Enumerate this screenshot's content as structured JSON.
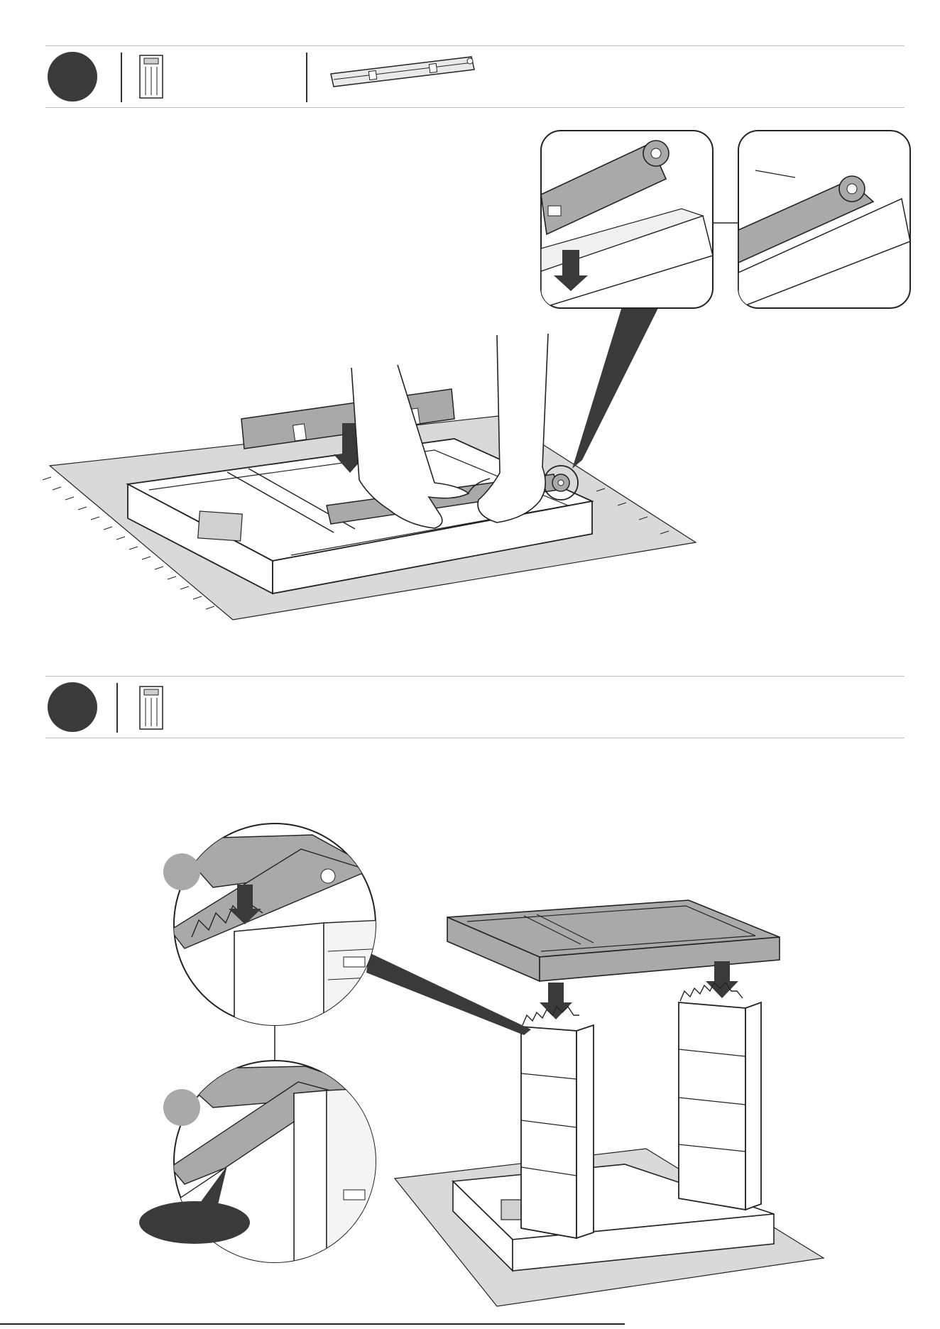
{
  "document": {
    "type": "assembly-instruction-page",
    "steps": [
      {
        "id": "step-a",
        "marker": "",
        "parts": [
          "side-panel-part",
          "rail-part"
        ]
      },
      {
        "id": "step-b",
        "marker": "",
        "parts": [
          "side-panel-part"
        ]
      }
    ],
    "detail_markers": [
      "",
      ""
    ],
    "footer_text": ""
  },
  "colors": {
    "step_dot": "#3a3a3a",
    "part_gray": "#a9a9a9",
    "arrow_dark": "#3a3a3a",
    "mat_gray": "#d9d9d9",
    "line": "#222222"
  }
}
